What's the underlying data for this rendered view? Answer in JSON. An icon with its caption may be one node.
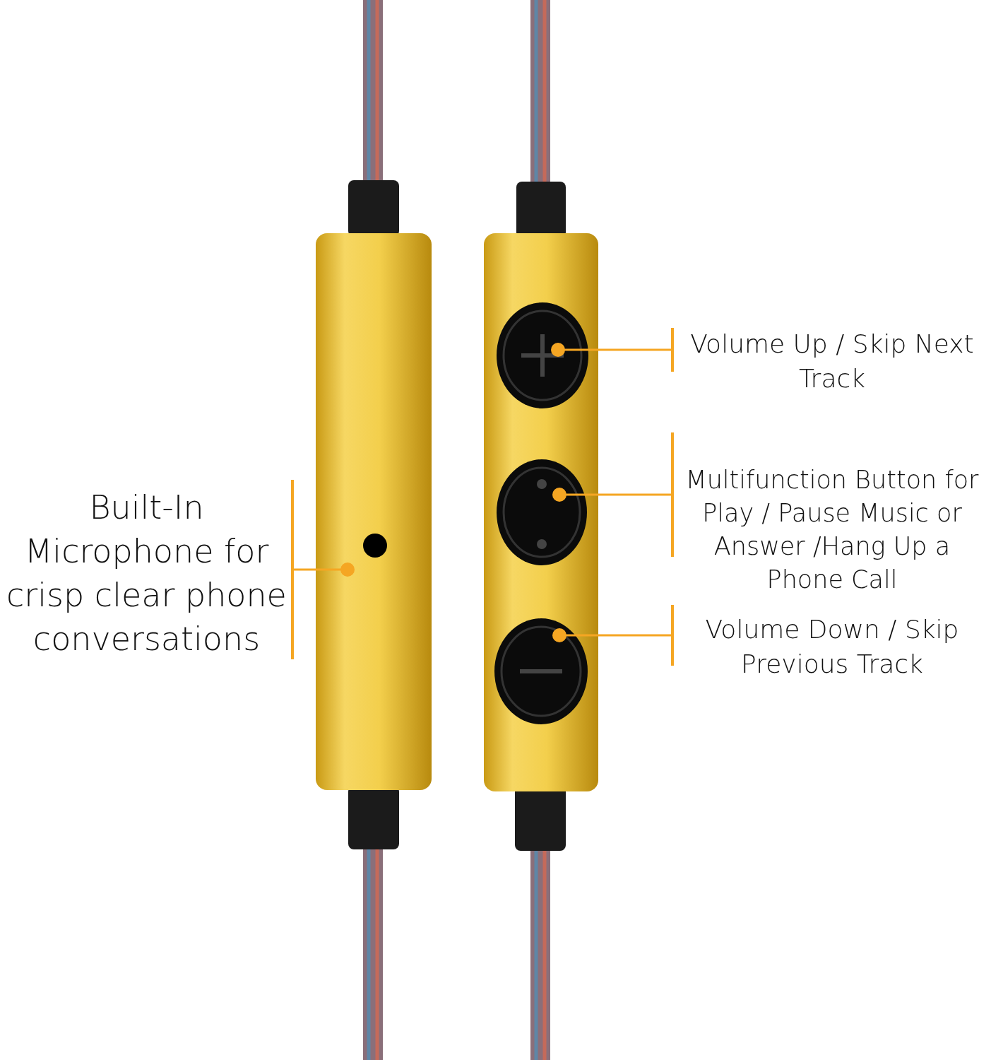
{
  "diagram": {
    "nodes": [
      {
        "text": [
          "Built-In Microphone for crisp clear phone conversations"
        ]
      },
      {
        "text": [],
        "shape": "picture"
      },
      {
        "text": [],
        "shape": "button"
      },
      {
        "text": [
          "Volume Up / Skip Next Track"
        ]
      },
      {
        "text": [],
        "shape": "button"
      },
      {
        "text": [
          "Multifunction Button for Play / Pause Music or Answer /Hang Up a Phone Call"
        ]
      },
      {
        "text": [],
        "shape": "button"
      },
      {
        "text": [
          "Volume Down / Skip Previous Track"
        ]
      }
    ],
    "edges": [
      {
        "from": 0,
        "to": 1,
        "arrow": "other"
      },
      {
        "from": 3,
        "to": 2,
        "arrow": "other"
      },
      {
        "from": 5,
        "to": 4,
        "arrow": "other"
      },
      {
        "from": 7,
        "to": 6,
        "arrow": "other"
      }
    ]
  }
}
